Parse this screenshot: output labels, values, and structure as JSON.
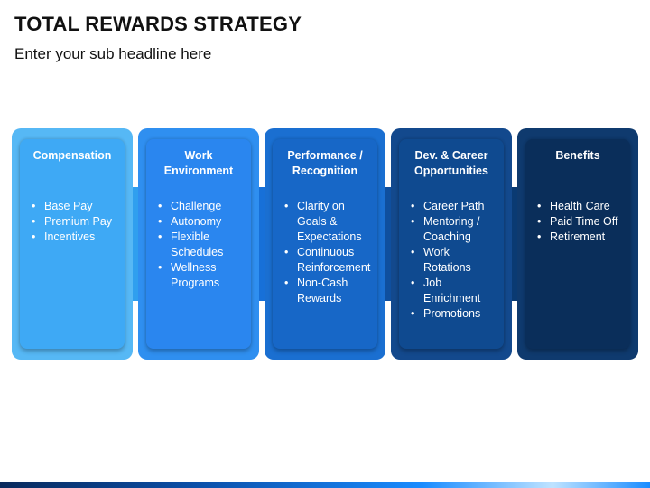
{
  "title": "TOTAL REWARDS STRATEGY",
  "subtitle": "Enter your sub headline here",
  "cards": [
    {
      "title": "Compensation",
      "items": [
        "Base Pay",
        "Premium Pay",
        "Incentives"
      ],
      "colors": {
        "outer": "#56b8f5",
        "inner": "#3ea9f5",
        "connector": "#2f9fef"
      }
    },
    {
      "title": "Work\nEnvironment",
      "items": [
        "Challenge",
        "Autonomy",
        "Flexible\nSchedules",
        "Wellness\nPrograms"
      ],
      "colors": {
        "outer": "#2f8ff0",
        "inner": "#2a86ef",
        "connector": "#1770d8"
      }
    },
    {
      "title": "Performance /\nRecognition",
      "items": [
        "Clarity on\nGoals &\nExpectations",
        "Continuous\nReinforcement",
        "Non-Cash\nRewards"
      ],
      "colors": {
        "outer": "#1a6fd1",
        "inner": "#1767c7",
        "connector": "#0f4f9e"
      }
    },
    {
      "title": "Dev. & Career\nOpportunities",
      "items": [
        "Career Path",
        "Mentoring /\nCoaching",
        "Work\nRotations",
        "Job\nEnrichment",
        "Promotions"
      ],
      "colors": {
        "outer": "#13498d",
        "inner": "#0f4a90",
        "connector": "#0a3a72"
      }
    },
    {
      "title": "Benefits",
      "items": [
        "Health Care",
        "Paid Time Off",
        "Retirement"
      ],
      "colors": {
        "outer": "#0f3a6e",
        "inner": "#0a2e5a",
        "connector": "#0a2e5a"
      }
    }
  ]
}
